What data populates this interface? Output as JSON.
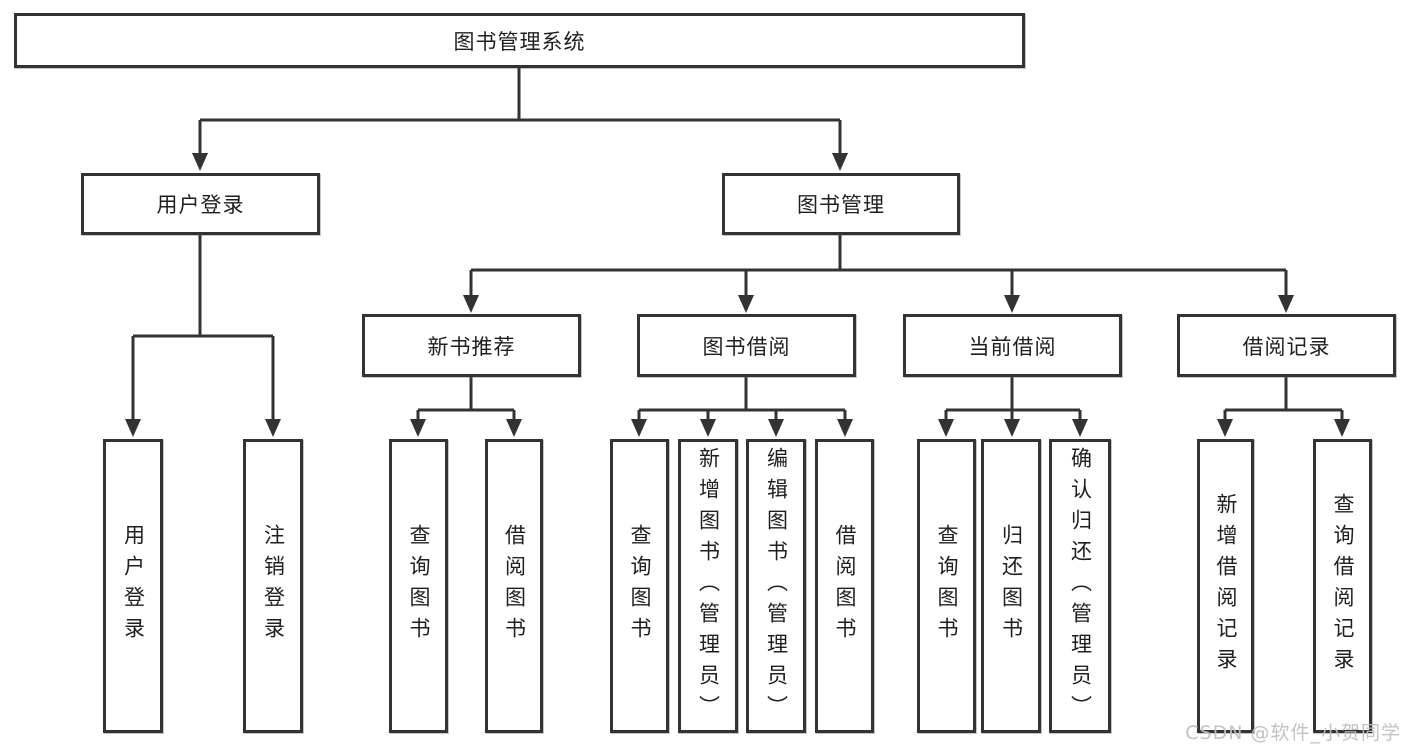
{
  "diagram": {
    "type": "hierarchy",
    "tree": {
      "root": {
        "label": "图书管理系统",
        "children": [
          {
            "label": "用户登录",
            "children": [
              {
                "label": "用户登录"
              },
              {
                "label": "注销登录"
              }
            ]
          },
          {
            "label": "图书管理",
            "children": [
              {
                "label": "新书推荐",
                "children": [
                  {
                    "label": "查询图书"
                  },
                  {
                    "label": "借阅图书"
                  }
                ]
              },
              {
                "label": "图书借阅",
                "children": [
                  {
                    "label": "查询图书"
                  },
                  {
                    "label": "新增图书（管理员）"
                  },
                  {
                    "label": "编辑图书（管理员）"
                  },
                  {
                    "label": "借阅图书"
                  }
                ]
              },
              {
                "label": "当前借阅",
                "children": [
                  {
                    "label": "查询图书"
                  },
                  {
                    "label": "归还图书"
                  },
                  {
                    "label": "确认归还（管理员）"
                  }
                ]
              },
              {
                "label": "借阅记录",
                "children": [
                  {
                    "label": "新增借阅记录"
                  },
                  {
                    "label": "查询借阅记录"
                  }
                ]
              }
            ]
          }
        ]
      }
    },
    "colors": {
      "line": "#333333",
      "border": "#333333",
      "text": "#1f1f1f",
      "background": "#ffffff"
    }
  },
  "watermark": {
    "text": "CSDN @软件_小贺同学",
    "color": "#bfbfbf"
  }
}
